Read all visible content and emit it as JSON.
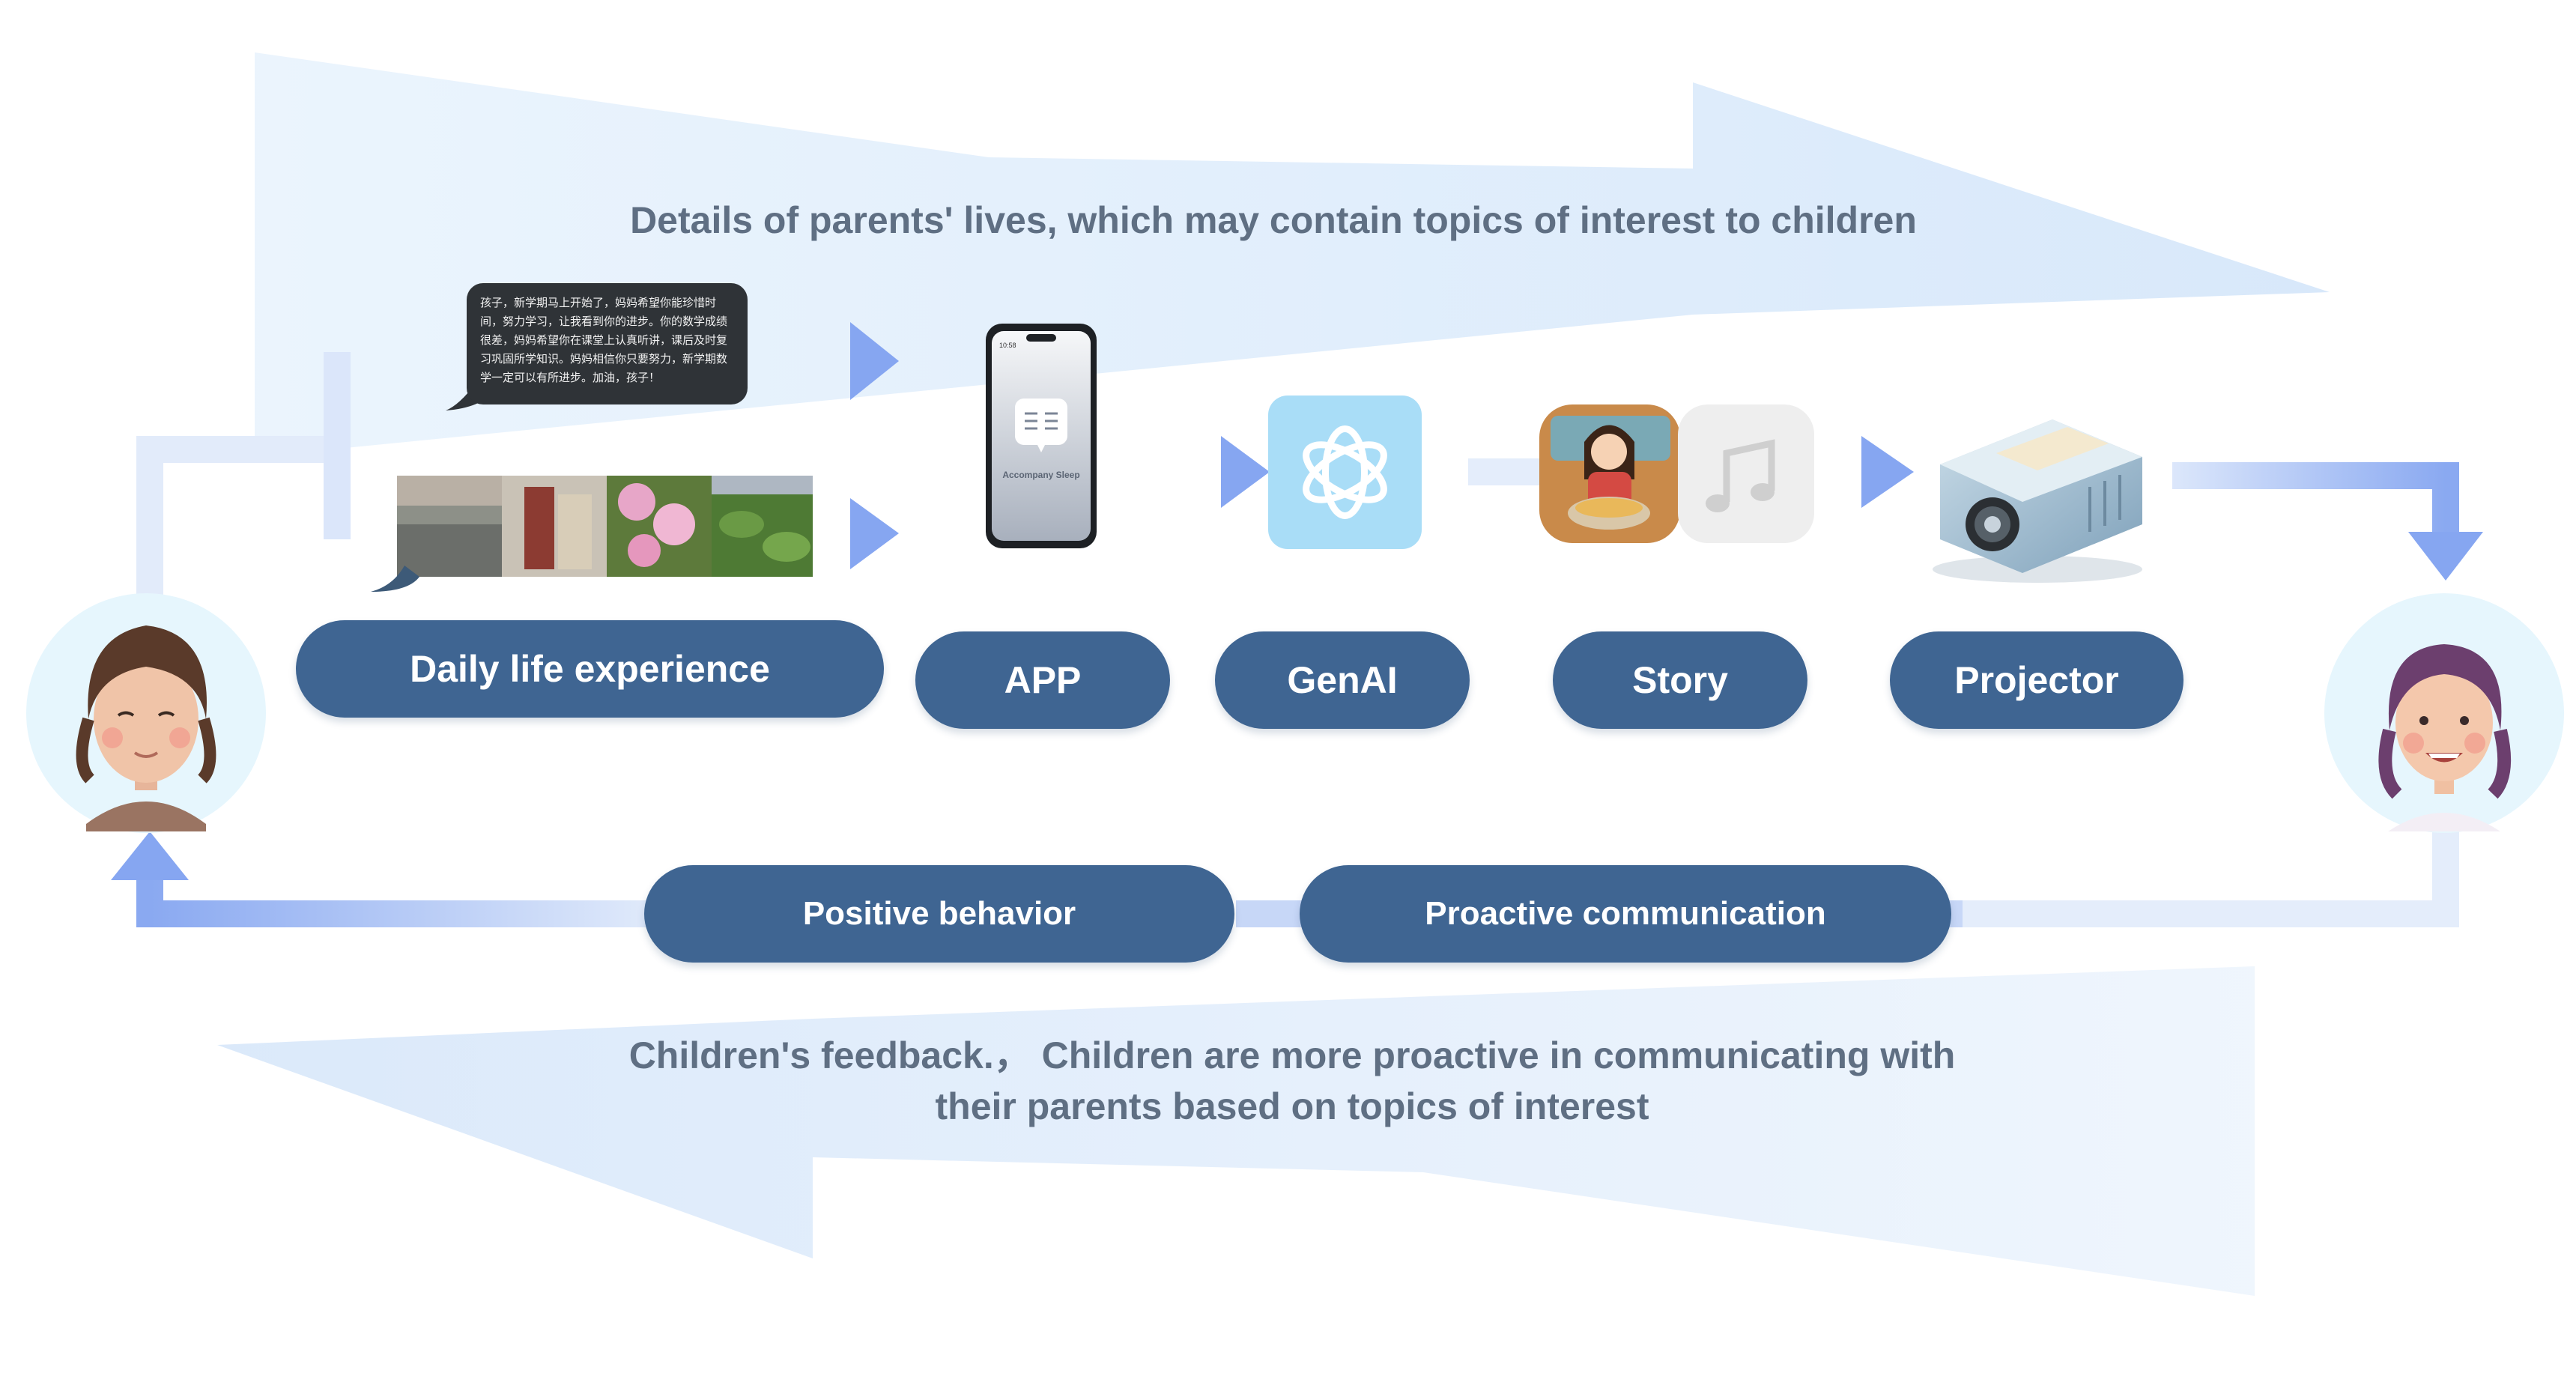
{
  "top_caption": "Details of parents' lives, which may contain topics of interest to children",
  "bottom_caption_line1": "Children's feedback.， Children are more proactive in communicating with",
  "bottom_caption_line2": "their parents based on topics of interest",
  "message_bubble": "孩子，新学期马上开始了，妈妈希望你能珍惜时间，努力学习，让我看到你的进步。你的数学成绩很差，妈妈希望你在课堂上认真听讲，课后及时复习巩固所学知识。妈妈相信你只要努力，新学期数学一定可以有所进步。加油，孩子！",
  "phone": {
    "status_time": "10:58",
    "app_name": "Accompany Sleep"
  },
  "nodes": {
    "daily_life": "Daily life experience",
    "app": "APP",
    "genai": "GenAI",
    "story": "Story",
    "projector": "Projector"
  },
  "feedback": {
    "positive_behavior": "Positive behavior",
    "proactive_communication": "Proactive communication"
  },
  "icons": {
    "parent": "parent-avatar-icon",
    "child": "child-avatar-icon",
    "genai": "openai-logo-icon",
    "music": "music-note-icon",
    "projector": "projector-icon"
  },
  "colors": {
    "pill": "#3f6592",
    "arrow": "#8fb0f2",
    "arrow_light": "#dbe8fa",
    "caption": "#5f6f83",
    "genai_bg": "#a9ddf7"
  }
}
